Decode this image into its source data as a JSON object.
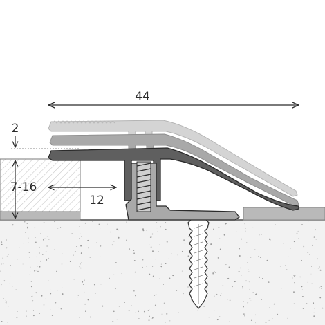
{
  "dimensions": {
    "width_label": "44",
    "offset_label": "2",
    "height_range_label": "7-16",
    "insert_depth_label": "12"
  },
  "colors": {
    "profile_dark": "#5f5f5f",
    "profile_mid": "#a9a9a9",
    "profile_light": "#d4d4d4",
    "profile_outline": "#2b2b2b",
    "floor_covering": "#b9b9b9",
    "screed": "#f2f2f2",
    "dimension_line": "#2b2b2b"
  },
  "icons": {
    "screw": "screw-icon",
    "wall_plug": "wall-plug-icon"
  }
}
